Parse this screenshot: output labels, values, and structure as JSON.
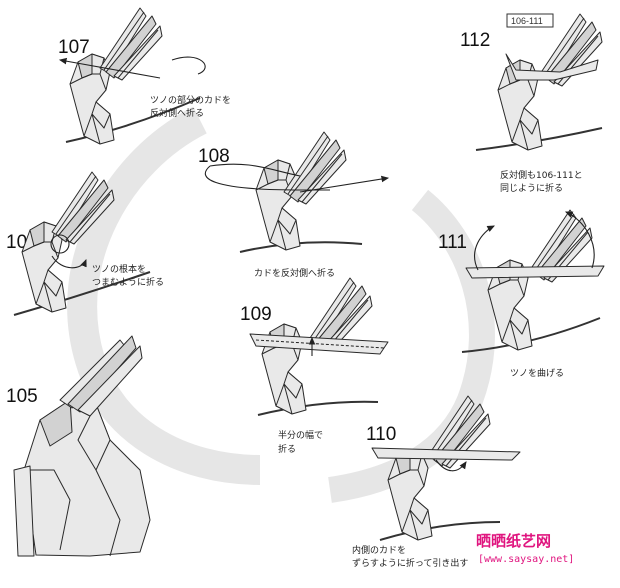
{
  "steps": [
    {
      "number": "105",
      "caption": []
    },
    {
      "number": "106",
      "caption": [
        "ツノの根本を",
        "つまむように折る"
      ]
    },
    {
      "number": "107",
      "caption": [
        "ツノの部分のカドを",
        "反対側へ折る"
      ]
    },
    {
      "number": "108",
      "caption": [
        "カドを反対側へ折る"
      ]
    },
    {
      "number": "109",
      "caption": [
        "半分の幅で",
        "折る"
      ]
    },
    {
      "number": "110",
      "caption": [
        "内側のカドを",
        "ずらすように折って引き出す"
      ]
    },
    {
      "number": "111",
      "caption": [
        "ツノを曲げる"
      ]
    },
    {
      "number": "112",
      "caption": [
        "反対側も106-111と",
        "同じように折る"
      ],
      "ref_box": "106-111"
    }
  ],
  "watermark": {
    "title": "晒晒纸艺网",
    "url": "[www.saysay.net]"
  },
  "colors": {
    "paper": "#e9e9e9",
    "line": "#2a2a2a",
    "watermark": "#e0157f",
    "background_swirl": "#e6e6e6"
  }
}
